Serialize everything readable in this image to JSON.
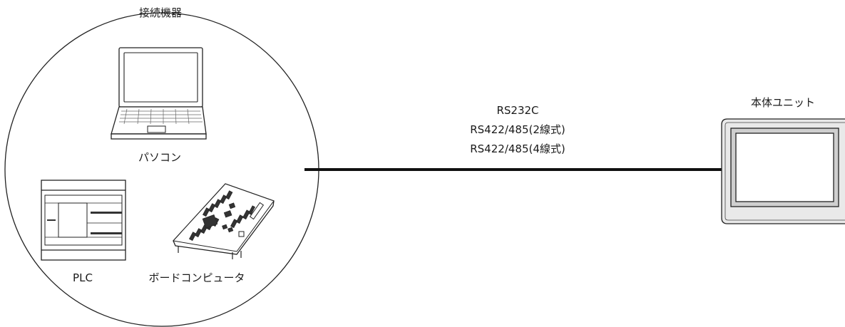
{
  "group_label": "接続機器",
  "devices": {
    "pc": "パソコン",
    "plc": "PLC",
    "board": "ボードコンピュータ"
  },
  "main_unit_label": "本体ユニット",
  "protocols": [
    "RS232C",
    "RS422/485(2線式)",
    "RS422/485(4線式)"
  ]
}
